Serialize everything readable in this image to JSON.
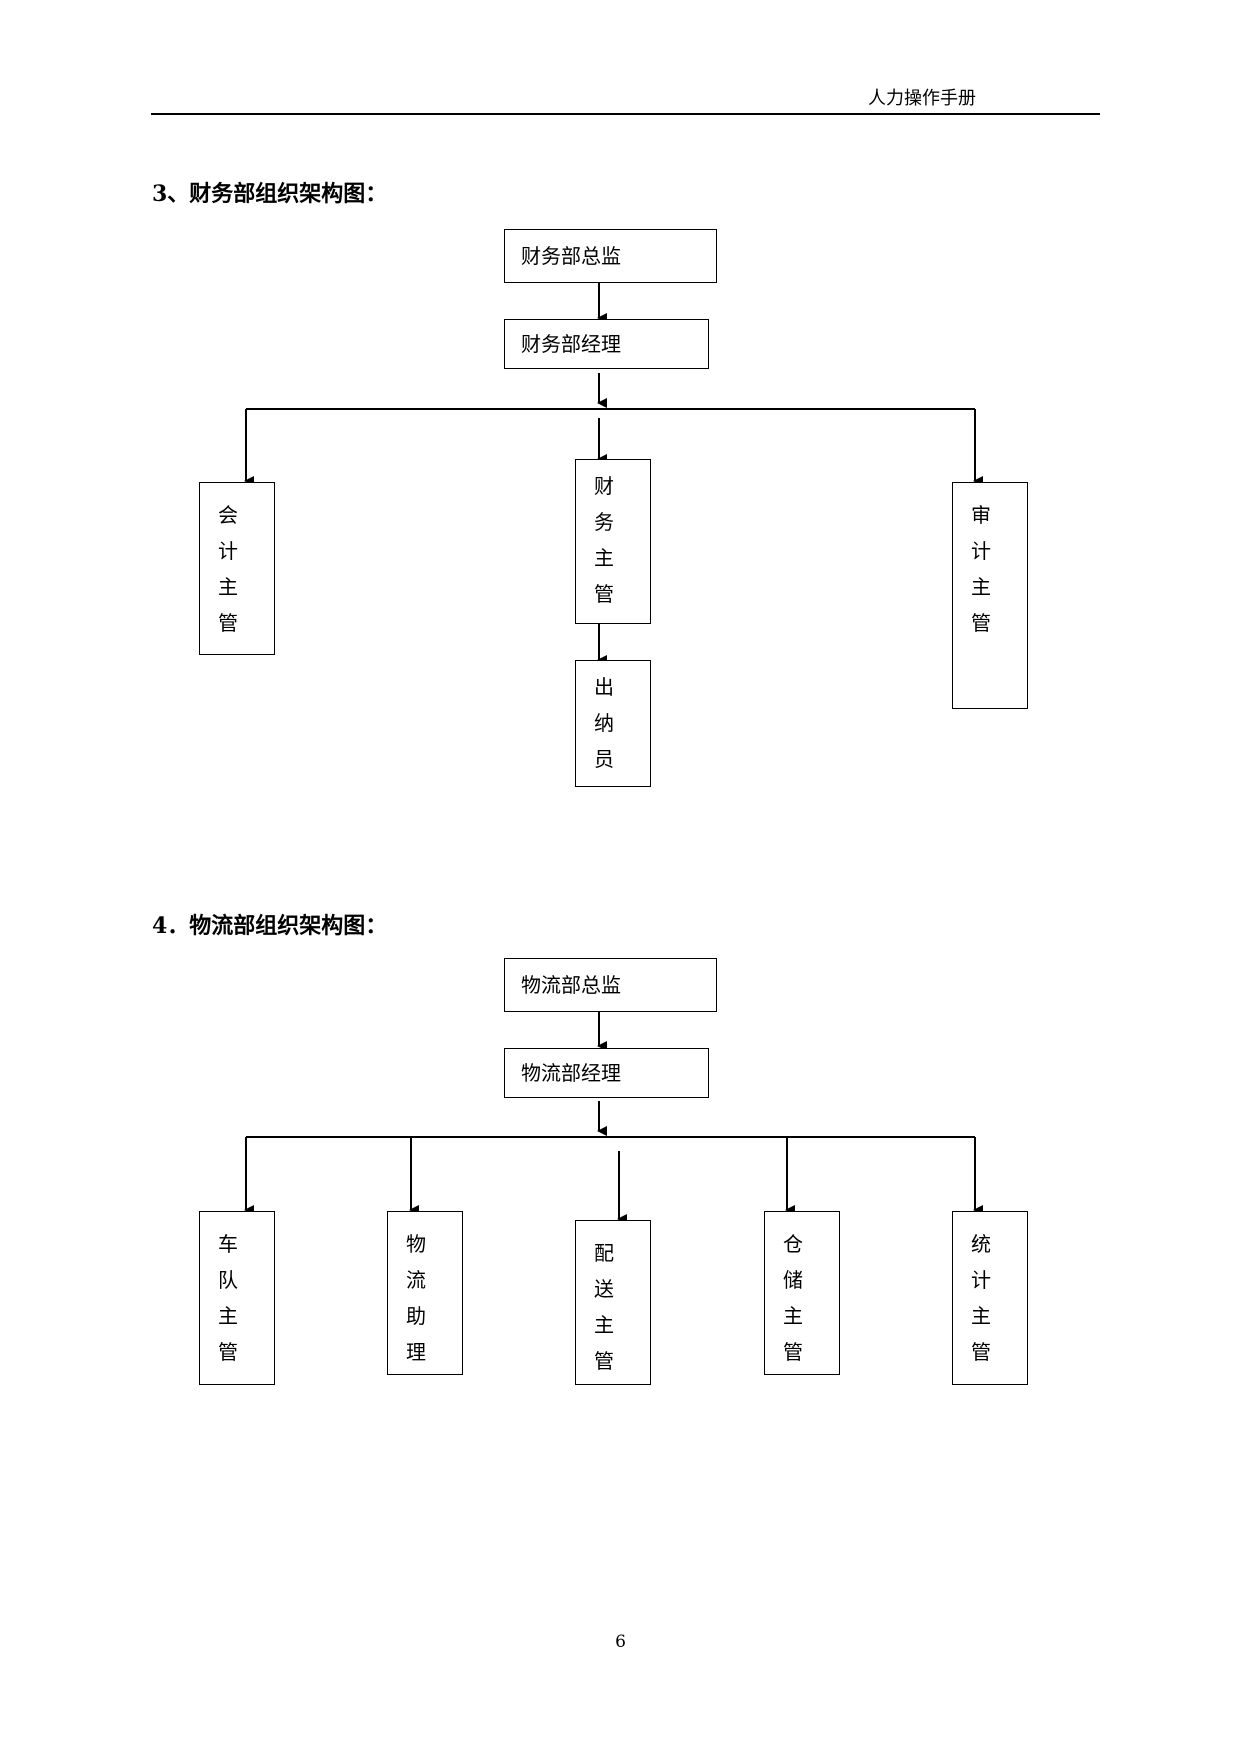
{
  "header": {
    "title": "人力操作手册"
  },
  "finance": {
    "title": "3、财务部组织架构图：",
    "director": "财务部总监",
    "manager": "财务部经理",
    "accounting": "会计主管",
    "finance_supervisor": "财务主管",
    "cashier": "出纳员",
    "audit": "审计主管"
  },
  "logistics": {
    "title": "4．物流部组织架构图：",
    "director": "物流部总监",
    "manager": "物流部经理",
    "fleet": "车队主管",
    "assistant": "物流助理",
    "delivery": "配送主管",
    "warehouse": "仓储主管",
    "statistics": "统计主管"
  },
  "page_number": "6"
}
